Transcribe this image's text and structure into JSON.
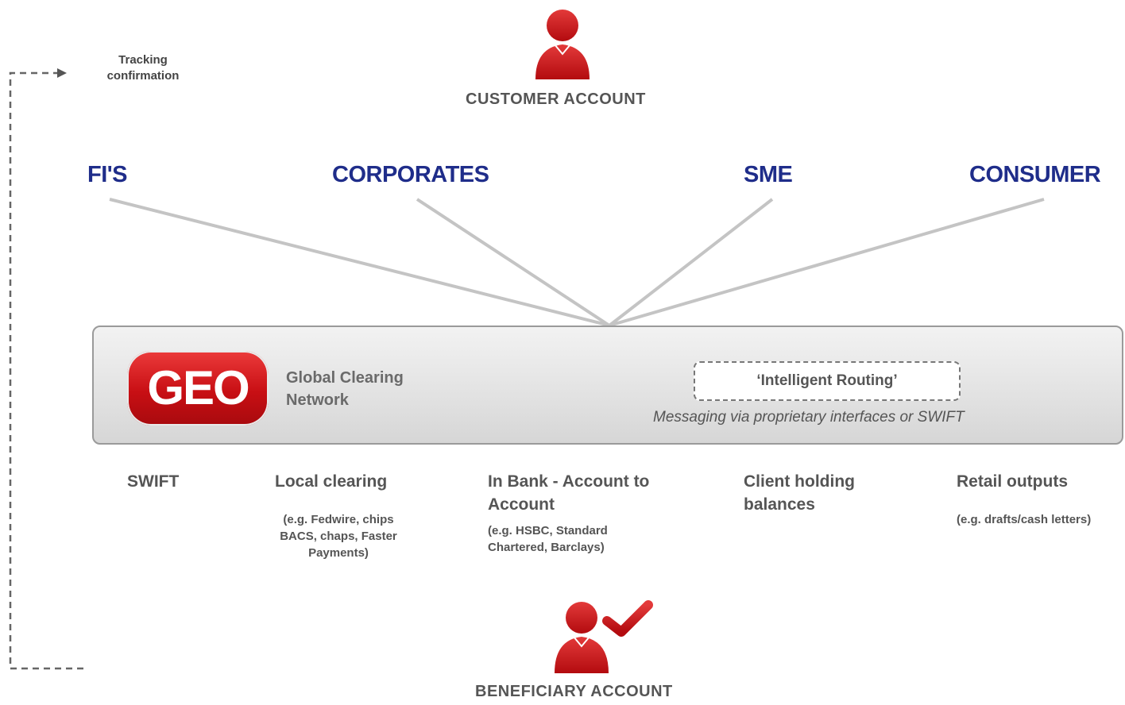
{
  "tracking": {
    "label": "Tracking confirmation"
  },
  "customer": {
    "label": "CUSTOMER ACCOUNT"
  },
  "beneficiary": {
    "label": "BENEFICIARY ACCOUNT"
  },
  "segments": [
    {
      "label": "FI'S"
    },
    {
      "label": "CORPORATES"
    },
    {
      "label": "SME"
    },
    {
      "label": "CONSUMER"
    }
  ],
  "network": {
    "logo_text": "GEO",
    "label": "Global Clearing Network",
    "routing": "‘Intelligent Routing’",
    "messaging": "Messaging via proprietary interfaces or SWIFT"
  },
  "outputs": [
    {
      "title": "SWIFT",
      "sub": ""
    },
    {
      "title": "Local clearing",
      "sub": "(e.g. Fedwire, chips BACS, chaps, Faster Payments)"
    },
    {
      "title": "In Bank - Account to Account",
      "sub": "(e.g. HSBC, Standard Chartered, Barclays)"
    },
    {
      "title": "Client holding balances",
      "sub": ""
    },
    {
      "title": "Retail outputs",
      "sub": "(e.g. drafts/cash letters)"
    }
  ],
  "colors": {
    "segment_text": "#1f2d8a",
    "brand_red": "#c80f14",
    "text_gray": "#555555"
  }
}
